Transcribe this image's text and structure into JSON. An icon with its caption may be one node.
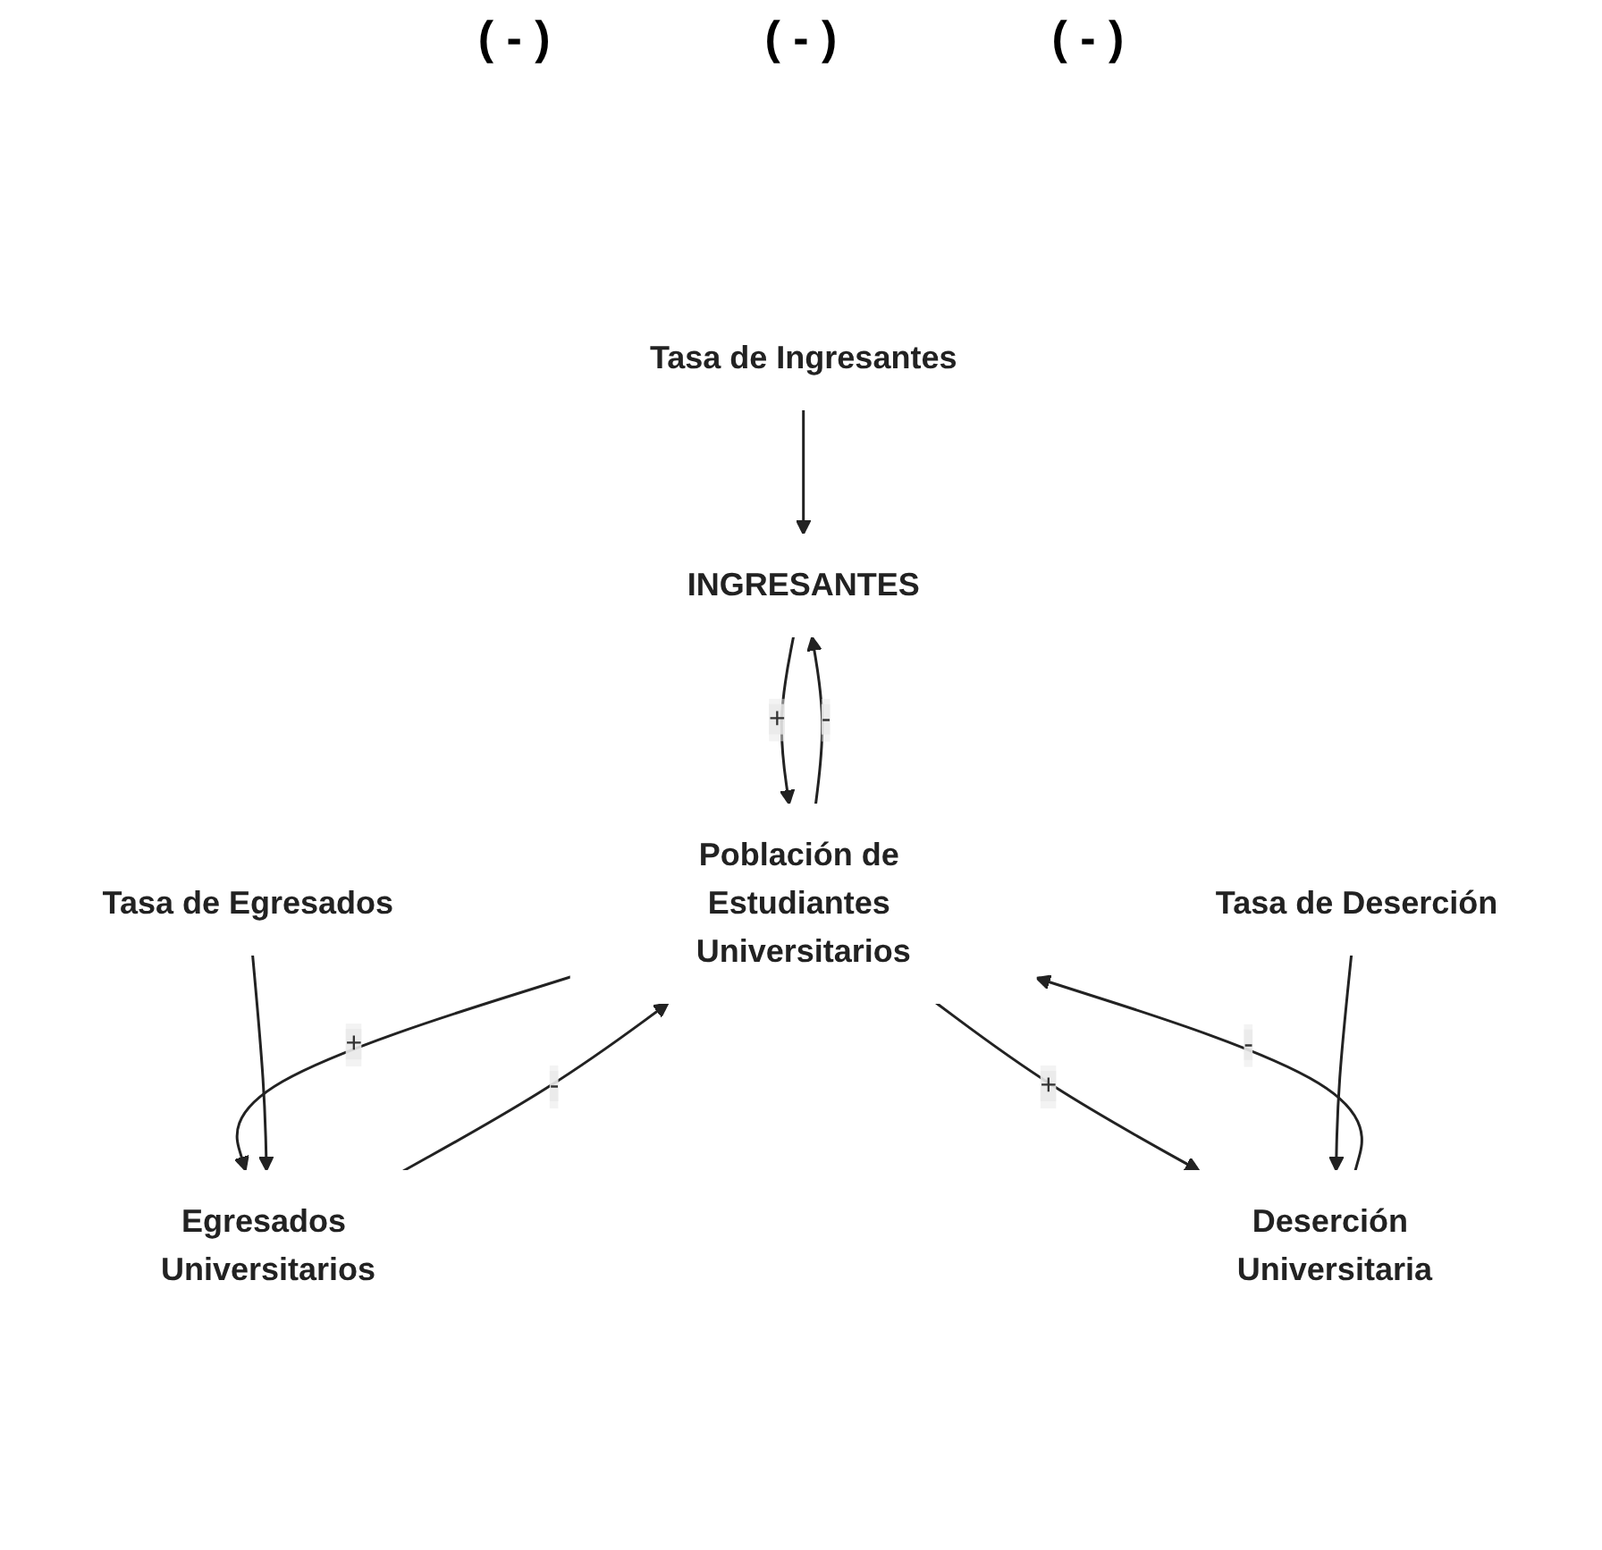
{
  "diagram": {
    "nodes": [
      {
        "text": [
          "Tasa de Ingresantes"
        ]
      },
      {
        "text": [
          "INGRESANTES"
        ]
      },
      {
        "text": [
          "Población de Estudiantes Universitarios"
        ]
      },
      {
        "text": [
          "Egresados Universitarios"
        ]
      },
      {
        "text": [
          "Deserción Universitaria"
        ]
      },
      {
        "text": [
          "Tasa de Egresados"
        ]
      },
      {
        "text": [
          "Tasa de Deserción"
        ]
      }
    ],
    "edges": [
      {
        "from": 0,
        "to": 1,
        "arrow": "to"
      },
      {
        "from": 2,
        "to": 1,
        "arrow": "to",
        "label": "-"
      },
      {
        "from": 1,
        "to": 2,
        "arrow": "to",
        "label": "+"
      },
      {
        "from": 2,
        "to": 3,
        "arrow": "to",
        "label": "+"
      },
      {
        "from": 3,
        "to": 2,
        "arrow": "to",
        "label": "-"
      },
      {
        "from": 4,
        "to": 2,
        "arrow": "to",
        "label": "-"
      },
      {
        "from": 2,
        "to": 4,
        "arrow": "to",
        "label": "+"
      },
      {
        "from": 5,
        "to": 3,
        "arrow": "to"
      },
      {
        "from": 6,
        "to": 4,
        "arrow": "to"
      }
    ],
    "labels": [
      "( - )",
      "( - )",
      "( - )"
    ]
  }
}
